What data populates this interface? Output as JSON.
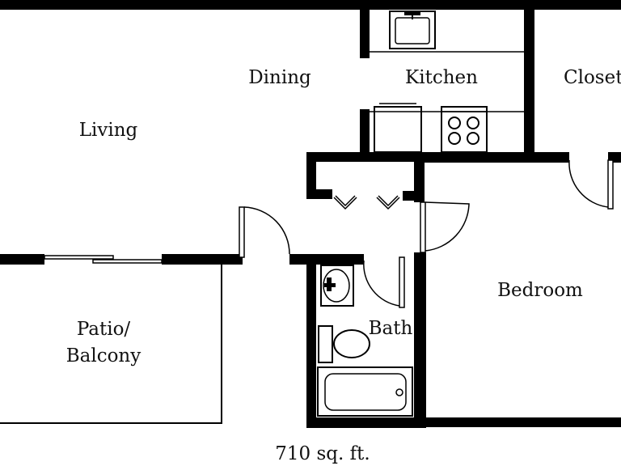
{
  "rooms": {
    "living": "Living",
    "dining": "Dining",
    "kitchen": "Kitchen",
    "closet": "Closet",
    "bedroom": "Bedroom",
    "bath": "Bath",
    "patio_line1": "Patio/",
    "patio_line2": "Balcony"
  },
  "area": "710 sq. ft.",
  "colors": {
    "wall": "#000000",
    "background": "#ffffff"
  }
}
